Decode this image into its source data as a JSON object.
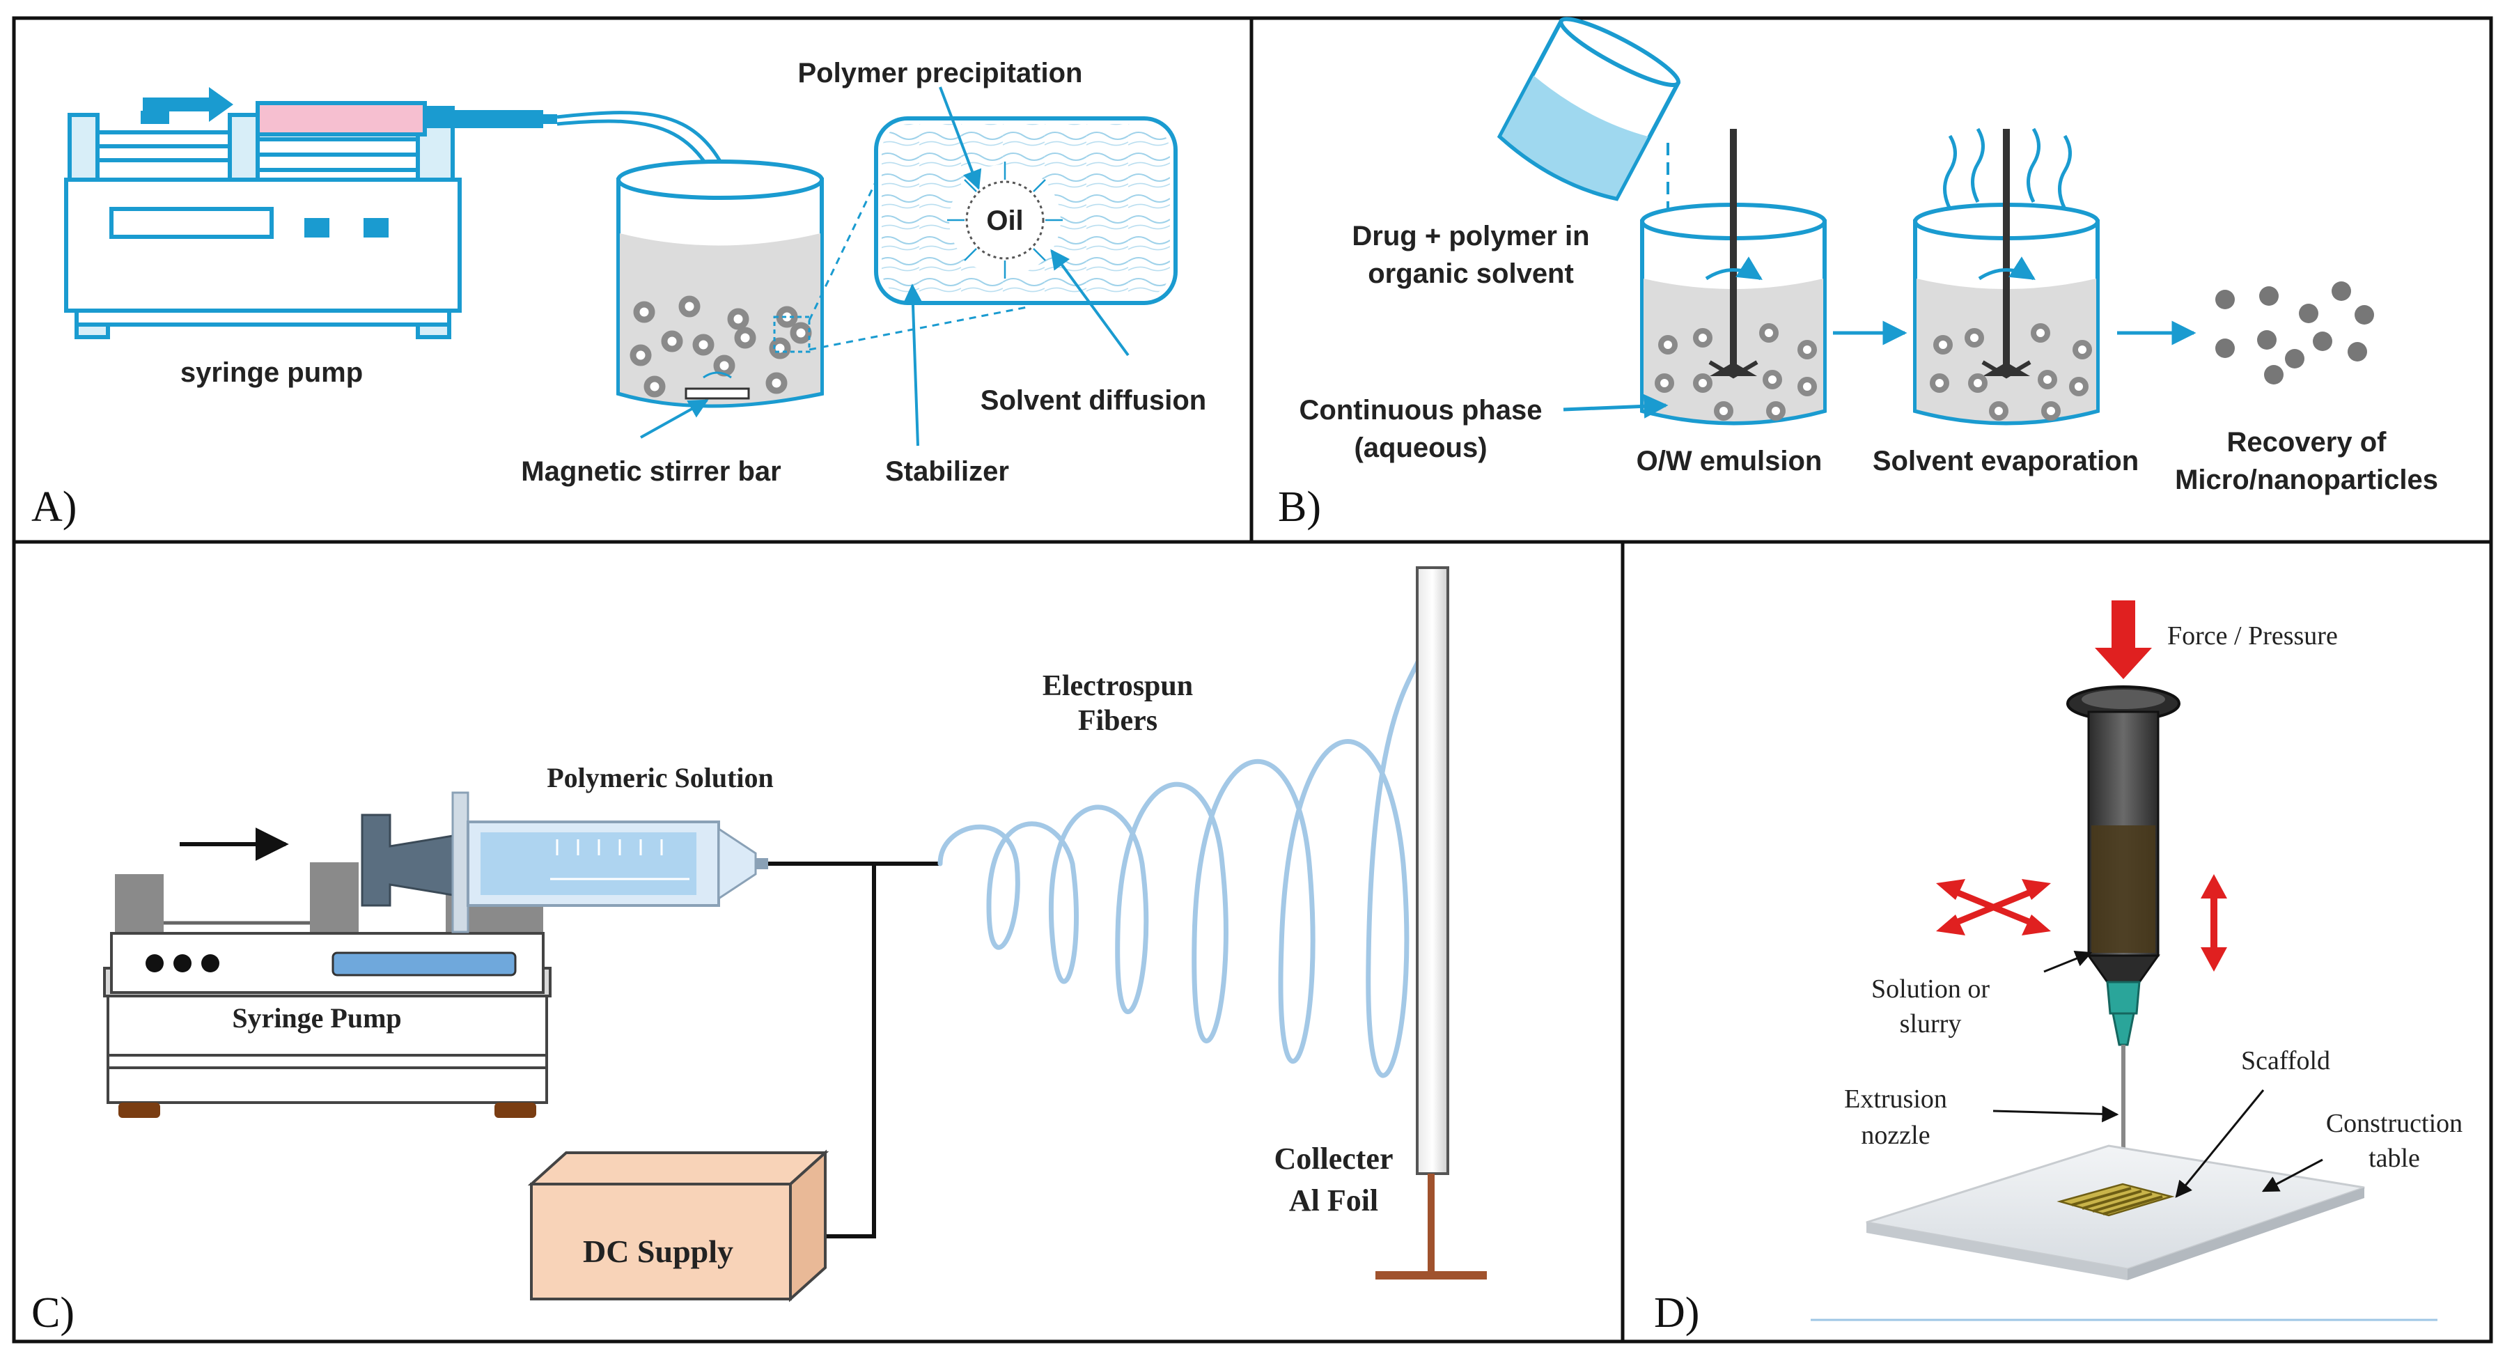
{
  "panels": {
    "a": {
      "letter": "A)",
      "labels": {
        "syringe_pump": "syringe pump",
        "polymer_precipitation": "Polymer precipitation",
        "oil": "Oil",
        "solvent_diffusion": "Solvent diffusion",
        "magnetic_stirrer_bar": "Magnetic stirrer bar",
        "stabilizer": "Stabilizer"
      }
    },
    "b": {
      "letter": "B)",
      "labels": {
        "drug_polymer_1": "Drug + polymer in",
        "drug_polymer_2": "organic solvent",
        "continuous_1": "Continuous phase",
        "continuous_2": "(aqueous)",
        "ow_emulsion": "O/W emulsion",
        "solvent_evaporation": "Solvent evaporation",
        "recovery_1": "Recovery of",
        "recovery_2": "Micro/nanoparticles"
      }
    },
    "c": {
      "letter": "C)",
      "labels": {
        "electrospun_1": "Electrospun",
        "electrospun_2": "Fibers",
        "polymeric_solution": "Polymeric Solution",
        "syringe_pump": "Syringe Pump",
        "collector_1": "Collecter",
        "collector_2": "Al Foil",
        "dc_supply": "DC Supply"
      }
    },
    "d": {
      "letter": "D)",
      "labels": {
        "force_pressure": "Force / Pressure",
        "solution_1": "Solution or",
        "solution_2": "slurry",
        "scaffold": "Scaffold",
        "extrusion_1": "Extrusion",
        "extrusion_2": "nozzle",
        "construction_1": "Construction",
        "construction_2": "table"
      }
    }
  },
  "colors": {
    "line_blue": "#1a9bd0",
    "light_blue": "#d8eef8",
    "liquid_gray": "#dcdcdc",
    "syringe_pink": "#f6bfd0",
    "fiber_blue": "#9ec6e4",
    "dc_orange": "#f8d3b8",
    "stand_brown": "#a0522d",
    "red": "#e02020"
  }
}
